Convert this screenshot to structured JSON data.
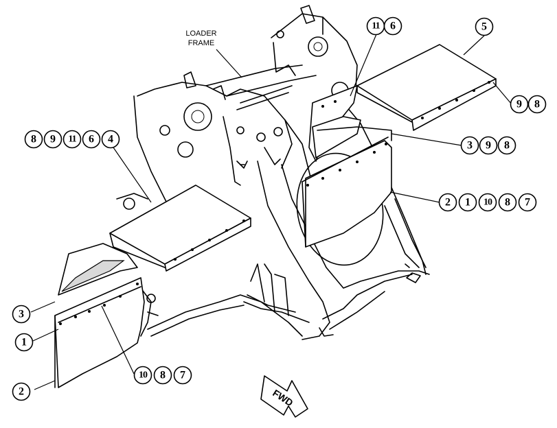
{
  "labels": {
    "loader_frame_line1": "LOADER",
    "loader_frame_line2": "FRAME",
    "fwd": "FWD"
  },
  "callout_groups": [
    {
      "id": "top-right-11-6",
      "numbers": [
        "11",
        "6"
      ]
    },
    {
      "id": "top-right-5",
      "numbers": [
        "5"
      ]
    },
    {
      "id": "right-9-8",
      "numbers": [
        "9",
        "8"
      ]
    },
    {
      "id": "right-3-9-8",
      "numbers": [
        "3",
        "9",
        "8"
      ]
    },
    {
      "id": "right-2-1-10-8-7",
      "numbers": [
        "2",
        "1",
        "10",
        "8",
        "7"
      ]
    },
    {
      "id": "left-8-9-11-6-4",
      "numbers": [
        "8",
        "9",
        "11",
        "6",
        "4"
      ]
    },
    {
      "id": "left-3",
      "numbers": [
        "3"
      ]
    },
    {
      "id": "left-1",
      "numbers": [
        "1"
      ]
    },
    {
      "id": "left-2",
      "numbers": [
        "2"
      ]
    },
    {
      "id": "bottom-10-8-7",
      "numbers": [
        "10",
        "8",
        "7"
      ]
    }
  ]
}
